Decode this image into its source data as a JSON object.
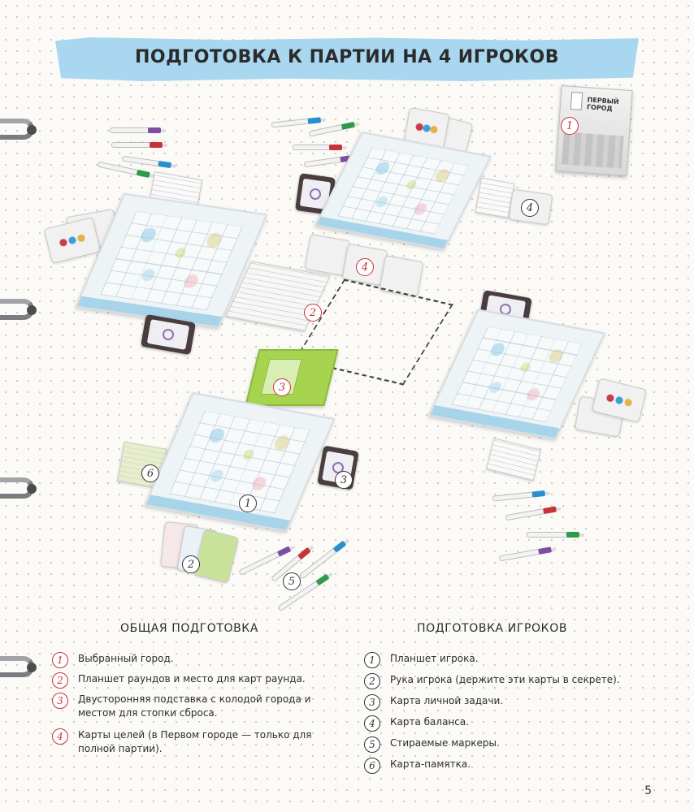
{
  "title": "ПОДГОТОВКА К ПАРТИИ НА 4 ИГРОКОВ",
  "city_card": {
    "name": "Первый город"
  },
  "colors": {
    "accent": "#c8323a",
    "banner": "#a9d7ef",
    "tray": "#a6d44e"
  },
  "callouts": {
    "c1_city": "1",
    "c2_round": "2",
    "c3_tray": "3",
    "c4_goals": "4",
    "c4_balance": "4",
    "c6_memo": "6",
    "c1_board": "1",
    "c3_task": "3",
    "c2_hand": "2",
    "c5_markers": "5"
  },
  "general": {
    "heading": "ОБЩАЯ ПОДГОТОВКА",
    "items": [
      {
        "num": "1",
        "text": "Выбранный город."
      },
      {
        "num": "2",
        "text": "Планшет раундов и место для карт раунда."
      },
      {
        "num": "3",
        "text": "Двусторонняя подставка с колодой города и местом для стопки сброса."
      },
      {
        "num": "4",
        "text": "Карты целей (в Первом городе — только для полной партии)."
      }
    ]
  },
  "players": {
    "heading": "ПОДГОТОВКА ИГРОКОВ",
    "items": [
      {
        "num": "1",
        "text": "Планшет игрока."
      },
      {
        "num": "2",
        "text": "Рука игрока (держите эти карты в секрете)."
      },
      {
        "num": "3",
        "text": "Карта личной задачи."
      },
      {
        "num": "4",
        "text": "Карта баланса."
      },
      {
        "num": "5",
        "text": "Стираемые маркеры."
      },
      {
        "num": "6",
        "text": "Карта-памятка."
      }
    ]
  },
  "page_number": "5"
}
